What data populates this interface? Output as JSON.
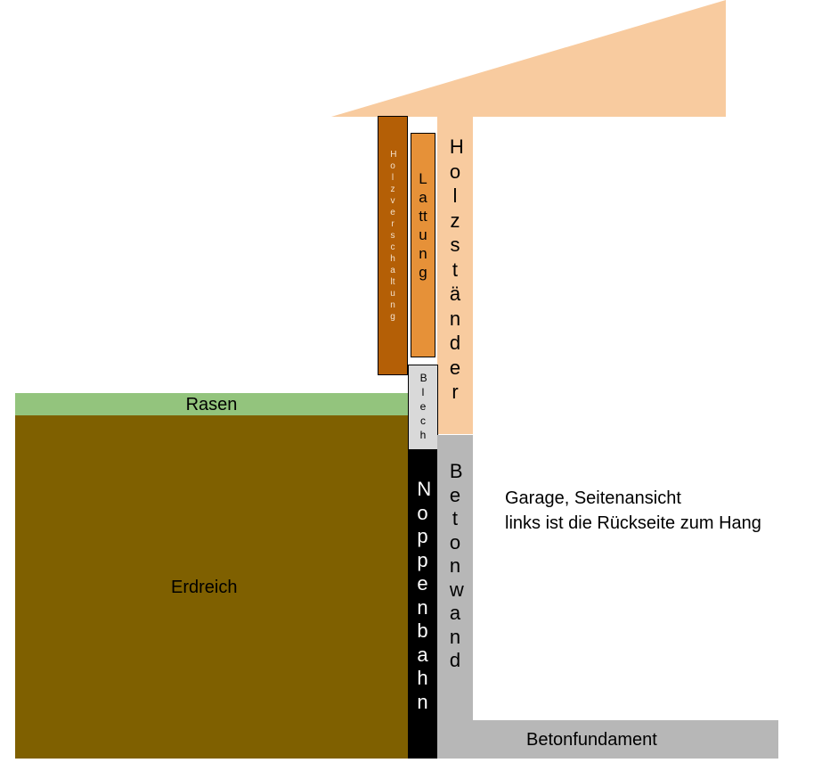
{
  "colors": {
    "roof": "#F8CB9F",
    "holzstaender": "#F8CB9F",
    "holzverschaltung": "#B45F06",
    "lattung": "#E69138",
    "blech": "#D9D9D9",
    "rasen": "#93C47D",
    "erdreich": "#7F6000",
    "noppenbahn": "#000000",
    "beton": "#B7B7B7"
  },
  "labels": {
    "holzverschaltung": "Holzverschaltung",
    "lattung": "Lattung",
    "holzstaender": "Holzständer",
    "blech": "Blech",
    "rasen": "Rasen",
    "erdreich": "Erdreich",
    "noppenbahn": "Noppenbahn",
    "betonwand": "Betonwand",
    "betonfundament": "Betonfundament"
  },
  "caption": {
    "line1": "Garage, Seitenansicht",
    "line2": "links ist die Rückseite zum Hang"
  }
}
